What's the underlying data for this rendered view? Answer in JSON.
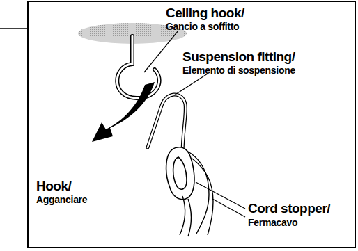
{
  "diagram": {
    "labels": [
      "Ceiling hook/",
      "Gancio a soffitto",
      "Suspension fitting/",
      "Elemento di sospensione",
      "Hook/",
      "Agganciare",
      "Cord stopper/",
      "Fermacavo"
    ]
  }
}
